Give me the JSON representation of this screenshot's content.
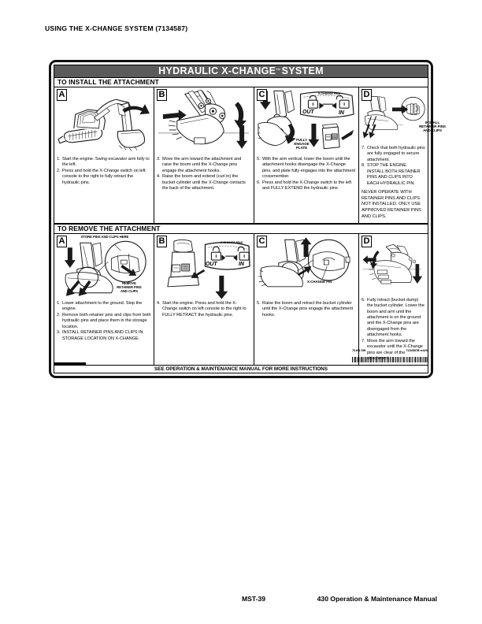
{
  "page": {
    "header_title": "USING THE X-CHANGE SYSTEM (7134587)",
    "footer_left": "",
    "footer_center": "MST-39",
    "footer_right": "430 Operation & Maintenance Manual"
  },
  "decal": {
    "title": "HYDRAULIC X-CHANGE",
    "title_tm": "™",
    "title_end": "SYSTEM",
    "footer_banner": "SEE OPERATION & MAINTENANCE MANUAL FOR MORE INSTRUCTIONS",
    "part_left": "76191 SW",
    "part_right": "7134587B enUS"
  },
  "install": {
    "heading": "TO INSTALL THE ATTACHMENT",
    "panels": [
      {
        "letter": "A",
        "callouts": [],
        "steps": [
          {
            "num": "1.",
            "text": "Start the engine. Swing excavator arm fully to the left."
          },
          {
            "num": "2.",
            "text": "Press and hold the X-Change switch on left console to the right to fully retract the hydraulic pins."
          }
        ],
        "warning": ""
      },
      {
        "letter": "B",
        "callouts": [],
        "steps": [
          {
            "num": "3.",
            "text": "Move the arm toward the attachment and raise the boom until the X-Change pins engage the attachment hooks."
          },
          {
            "num": "4.",
            "text": "Raise the boom and extend (curl in) the bucket cylinder until the X-Change contacts the back of the attachment."
          }
        ],
        "warning": ""
      },
      {
        "letter": "C",
        "callouts": [
          {
            "text": "FULLY ENGAGE PLATE"
          },
          {
            "text": "X-CHANGE PINS"
          },
          {
            "text": "OUT"
          },
          {
            "text": "IN"
          }
        ],
        "steps": [
          {
            "num": "5.",
            "text": "With the arm vertical, lower the boom until the attachment hooks disengage the X-Change pins, and plate fully engages into the attachment crossmember."
          },
          {
            "num": "6.",
            "text": "Press and hold the X-Change switch to the left and FULLY EXTEND the hydraulic pins."
          }
        ],
        "warning": ""
      },
      {
        "letter": "D",
        "callouts": [
          {
            "text": "INSTALL RETAINER PINS AND CLIPS"
          }
        ],
        "steps": [
          {
            "num": "7.",
            "text": "Check that both hydraulic pins are fully engaged to secure attachment."
          },
          {
            "num": "8.",
            "text": "STOP THE ENGINE. INSTALL BOTH RETAINER PINS AND CLIPS INTO EACH HYDRAULIC PIN."
          }
        ],
        "warning": "NEVER OPERATE WITH RETAINER PINS AND CLIPS NOT INSTALLED. ONLY USE APPROVED RETAINER PINS AND CLIPS."
      }
    ]
  },
  "remove": {
    "heading": "TO REMOVE THE ATTACHMENT",
    "panels": [
      {
        "letter": "A",
        "callouts": [
          {
            "text": "STORE PINS AND CLIPS HERE"
          },
          {
            "text": "REMOVE RETAINER PINS AND CLIPS"
          }
        ],
        "steps": [
          {
            "num": "1.",
            "text": "Lower attachment to the ground. Stop the engine."
          },
          {
            "num": "2.",
            "text": "Remove both retainer pins and clips from both hydraulic pins and place them in the storage location."
          },
          {
            "num": "3.",
            "text": "INSTALL RETAINER PINS AND CLIPS IN STORAGE LOCATION ON X-CHANGE."
          }
        ],
        "warning": ""
      },
      {
        "letter": "B",
        "callouts": [
          {
            "text": "X-CHANGE PINS"
          },
          {
            "text": "OUT"
          },
          {
            "text": "IN"
          }
        ],
        "steps": [
          {
            "num": "4.",
            "text": "Start the engine. Press and hold the X-Change switch on left console to the right to FULLY RETRACT the hydraulic pins."
          }
        ],
        "warning": ""
      },
      {
        "letter": "C",
        "callouts": [
          {
            "text": "X-CHANGE PIN"
          }
        ],
        "steps": [
          {
            "num": "5.",
            "text": "Raise the boom and retract the bucket cylinder until the X-Change pins engage the attachment hooks."
          }
        ],
        "warning": ""
      },
      {
        "letter": "D",
        "callouts": [],
        "steps": [
          {
            "num": "6.",
            "text": "Fully retract (bucket dump) the bucket cylinder. Lower the boom and arm until the attachment is on the ground and the X-Change pins are disengaged from the attachment hooks."
          },
          {
            "num": "7.",
            "text": "Move the arm toward the excavator until the X-Change pins are clear of the attachment."
          }
        ],
        "warning": ""
      }
    ]
  }
}
